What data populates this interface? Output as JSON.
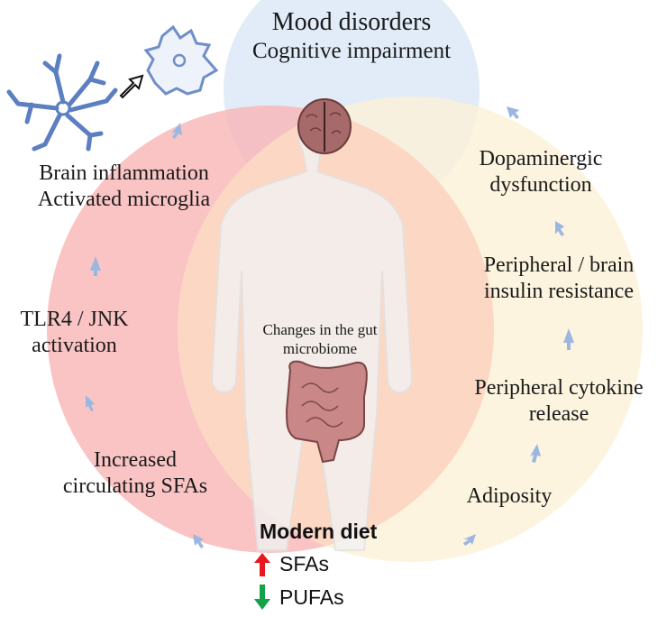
{
  "figure": {
    "top_circle": {
      "label_line1": "Mood disorders",
      "label_line2": "Cognitive impairment",
      "color": "#dce9f7"
    },
    "left_circle": {
      "color": "#f9b4b4",
      "steps": [
        {
          "line1": "Increased",
          "line2": "circulating SFAs"
        },
        {
          "line1": "TLR4 / JNK",
          "line2": "activation"
        },
        {
          "line1": "Brain inflammation",
          "line2": "Activated microglia"
        }
      ]
    },
    "right_circle": {
      "color": "#fdf1d6",
      "steps": [
        {
          "line1": "Adiposity",
          "line2": ""
        },
        {
          "line1": "Peripheral cytokine",
          "line2": "release"
        },
        {
          "line1": "Peripheral / brain",
          "line2": "insulin resistance"
        },
        {
          "line1": "Dopaminergic",
          "line2": "dysfunction"
        }
      ]
    },
    "center": {
      "label_line1": "Changes in the gut",
      "label_line2": "microbiome",
      "color": "#fbd3c2"
    },
    "diet": {
      "title": "Modern diet",
      "items": [
        {
          "label": "SFAs",
          "direction": "up",
          "color": "#e8171d"
        },
        {
          "label": "PUFAs",
          "direction": "down",
          "color": "#13a24a"
        }
      ]
    },
    "icons": {
      "arrow_color": "#9bb7e0",
      "microglia_color": "#5b7fc0",
      "organ_color": "#c48080"
    }
  }
}
